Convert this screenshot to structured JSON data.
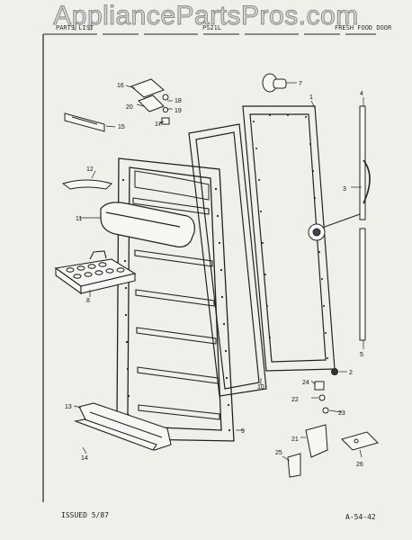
{
  "watermark": "AppliancePartsPros.com",
  "header": {
    "left": "PARTS LIST",
    "center": "PS21L",
    "right": "FRESH FOOD DOOR"
  },
  "footer": {
    "issued": "ISSUED 5/87",
    "code": "A-54-42"
  },
  "callouts": [
    "1",
    "2",
    "3",
    "4",
    "5",
    "7",
    "8",
    "10",
    "11",
    "12",
    "13",
    "14",
    "15",
    "16",
    "17",
    "18",
    "19",
    "20",
    "21",
    "22",
    "23",
    "24",
    "25",
    "26",
    "9"
  ]
}
